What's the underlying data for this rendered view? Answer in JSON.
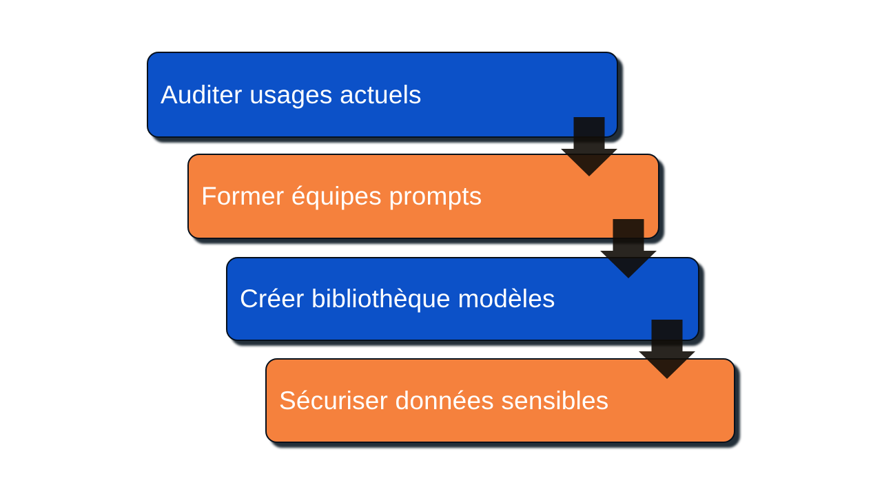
{
  "diagram": {
    "type": "step-process-flow",
    "background_color": "#ffffff",
    "steps": [
      {
        "label": "Auditer usages actuels",
        "color": "#0c51c8",
        "text_color": "#ffffff"
      },
      {
        "label": "Former équipes prompts",
        "color": "#f5813d",
        "text_color": "#ffffff"
      },
      {
        "label": "Créer bibliothèque modèles",
        "color": "#0c51c8",
        "text_color": "#ffffff"
      },
      {
        "label": "Sécuriser données sensibles",
        "color": "#f5813d",
        "text_color": "#ffffff"
      }
    ],
    "connectors": [
      {
        "icon": "down-arrow-icon",
        "from": "Auditer usages actuels",
        "to": "Former équipes prompts"
      },
      {
        "icon": "down-arrow-icon",
        "from": "Former équipes prompts",
        "to": "Créer bibliothèque modèles"
      },
      {
        "icon": "down-arrow-icon",
        "from": "Créer bibliothèque modèles",
        "to": "Sécuriser données sensibles"
      }
    ],
    "connector_color": "#17100a",
    "border_color": "#06101c",
    "shadow_color": "#04121e"
  }
}
